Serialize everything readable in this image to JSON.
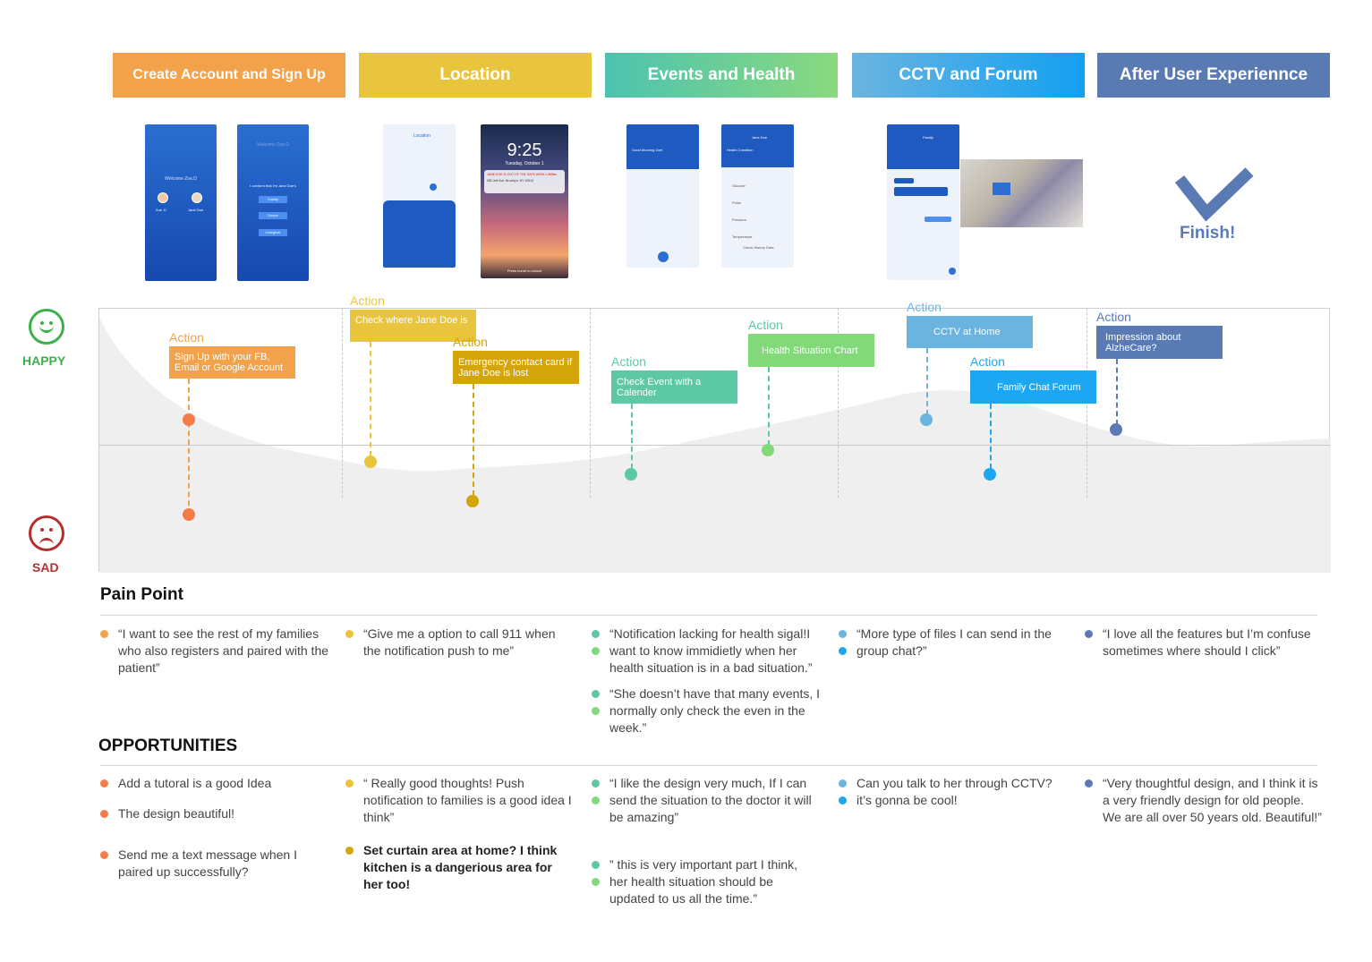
{
  "stages": [
    {
      "title": "Create Account and Sign Up",
      "color": "#f2a24a"
    },
    {
      "title": "Location",
      "color": "#e8c53c"
    },
    {
      "title": "Events and Health",
      "color": "#5cc8a4"
    },
    {
      "title": "CCTV and Forum",
      "color": "#2ea4ea"
    },
    {
      "title": "After User Experiennce",
      "color": "#5a7ab4"
    }
  ],
  "screens": {
    "welcome": "Welcome Zoe.D",
    "welcome2": "Welcome Zoe.D",
    "confirm": "I conform that I'm Jane Doe's",
    "roles": [
      "Family",
      "Doctor",
      "Caregiver"
    ],
    "user1": "Zoe. D",
    "user2": "Jane Doe",
    "location_title": "Location",
    "lock_time": "9:25",
    "lock_date": "Tuesday, October 1",
    "lock_alert": "JANE DOE IS OUT OF THE SAFE AREA 1.5Miles",
    "lock_addr": "980 Jeff Ave, Brooklyn, NY 10010",
    "lock_home": "Press home to unlock",
    "events_greeting": "Good Morning Zoe!",
    "health_user": "Jane Doe",
    "health_title": "Health Condition",
    "health_rows": [
      "Glucose",
      "Pulse",
      "Pressure",
      "Temperature"
    ],
    "health_history": "Check History Data",
    "chat_title": "Family",
    "finish": "Finish!"
  },
  "moods": {
    "happy": "HAPPY",
    "sad": "SAD"
  },
  "actions": [
    {
      "label": "Action",
      "text": "Sign Up with your FB, Email or Google Account",
      "color": "#f2a24a",
      "dot": "#f47c4a"
    },
    {
      "label": "Action",
      "text": "Check where Jane Doe is",
      "color": "#e8c53c",
      "dot": "#e8c53c"
    },
    {
      "label": "Action",
      "text": "Emergency contact card if  Jane Doe is lost",
      "color": "#d4a50a",
      "dot": "#d4a50a"
    },
    {
      "label": "Action",
      "text": "Check  Event with a Calender",
      "color": "#5cc8a4",
      "dot": "#5cc8a4"
    },
    {
      "label": "Action",
      "text": "Health Situation Chart",
      "color": "#82d97a",
      "dot": "#82d97a"
    },
    {
      "label": "Action",
      "text": "CCTV at Home",
      "color": "#6cb4e0",
      "dot": "#6cb4e0"
    },
    {
      "label": "Action",
      "text": "Family Chat Forum",
      "color": "#1da6f2",
      "dot": "#1da6f2"
    },
    {
      "label": "Action",
      "text": "Impression about AlzheCare?",
      "color": "#5a7ab4",
      "dot": "#5a7ab4"
    }
  ],
  "pain_title": "Pain Point",
  "pain": [
    {
      "text": "“I want to see the rest of my families who also registers and paired with the patient”"
    },
    {
      "text": "“Give me a option to call 911 when the notification push to me”"
    },
    {
      "text": "“Notification lacking for health sigal!I want to know immidietly when her health situation is in a bad situation.”"
    },
    {
      "text": "“She doesn’t have that many events, I normally only check the even in the week.”"
    },
    {
      "text": "“More type of files I can send in the group chat?”"
    },
    {
      "text": "“I love all the features but I’m confuse sometimes where should I click”"
    }
  ],
  "opp_title": "OPPORTUNITIES",
  "opp": [
    {
      "text": "Add a tutoral is a good Idea"
    },
    {
      "text": "The design beautiful!"
    },
    {
      "text": "Send me a text message when I paired up successfully?"
    },
    {
      "text": "“ Really good thoughts! Push notification to families is a good idea I think”"
    },
    {
      "text": "Set curtain area at home? I think kitchen is a dangerious area for her too!"
    },
    {
      "text": " “I like the design very much, If I can send the situation to the doctor it will be amazing”"
    },
    {
      "text": "” this is very important part I think, her health situation should be updated to us all the time.”"
    },
    {
      "text": "Can you talk to her through CCTV? it’s gonna be cool!"
    },
    {
      "text": "“Very thoughtful design, and I think it is a very friendly design for old people. We are all over 50 years old. Beautiful!”"
    }
  ]
}
